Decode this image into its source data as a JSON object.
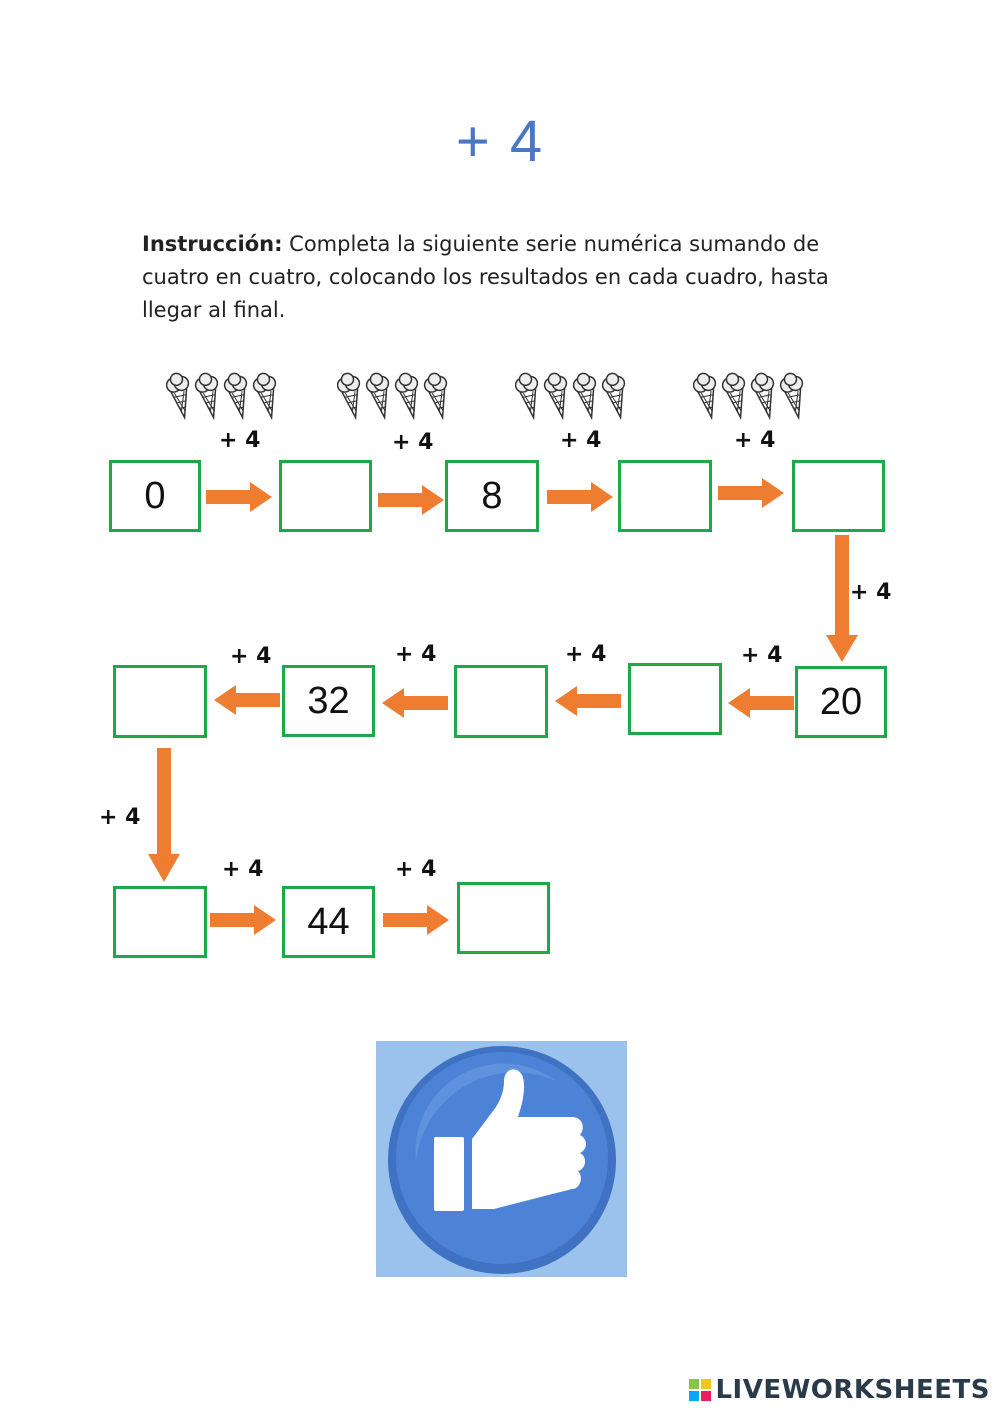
{
  "title": "+ 4",
  "instruction": {
    "label": "Instrucción:",
    "text": " Completa la siguiente serie numérica sumando de cuatro en cuatro, colocando los resultados en cada cuadro, hasta llegar al final."
  },
  "step_label": "+ 4",
  "boxes": [
    "0",
    "",
    "8",
    "",
    "",
    "20",
    "",
    "",
    "32",
    "",
    "",
    "44",
    ""
  ],
  "ice_cream_groups": 4,
  "ice_creams_per_group": 4,
  "colors": {
    "title": "#4a78c4",
    "box_border": "#1ea84a",
    "arrow": "#ef7d31",
    "thumb_circle": "#4a7fd1"
  },
  "icons": [
    "ice-cream-cone-icon",
    "arrow-right-icon",
    "arrow-left-icon",
    "arrow-down-icon",
    "thumbs-up-icon"
  ],
  "brand": "LIVEWORKSHEETS"
}
